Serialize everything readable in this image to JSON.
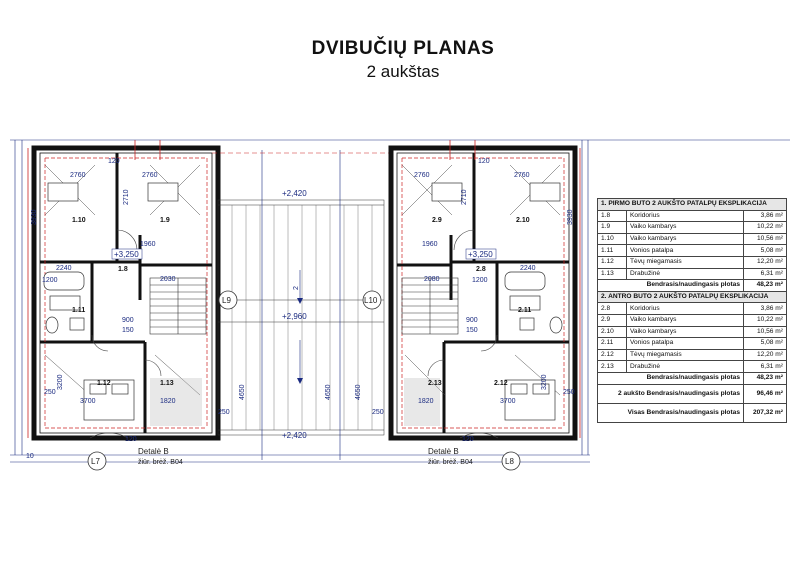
{
  "title": "DVIBUČIŲ PLANAS",
  "subtitle": "2 aukštas",
  "left_unit": {
    "rooms": [
      "1.10",
      "1.9",
      "1.8",
      "1.11",
      "1.12",
      "1.13"
    ],
    "axis": "L7",
    "detail": "Detalė B",
    "detail_ref": "žiūr. brėž. B04",
    "level": "+3,250",
    "dims": {
      "d2760a": "2760",
      "d2760b": "2760",
      "d120a": "120",
      "d120b": "120",
      "d3930": "3930",
      "d1960": "1960",
      "d1200": "1200",
      "d2240": "2240",
      "d2030": "2030",
      "d900": "900",
      "d150": "150",
      "d3700": "3700",
      "d1820": "1820",
      "d250a": "250",
      "d250b": "250",
      "d3200": "3200",
      "d4650": "4650",
      "d2710": "2710",
      "d10": "10"
    }
  },
  "right_unit": {
    "rooms": [
      "2.9",
      "2.10",
      "2.8",
      "2.11",
      "2.13",
      "2.12"
    ],
    "axis": "L8",
    "detail": "Detalė B",
    "detail_ref": "žiūr. brėž. B04",
    "level": "+3,250",
    "dims": {
      "d2760a": "2760",
      "d2760b": "2760",
      "d120a": "120",
      "d120b": "120",
      "d3930": "3930",
      "d1960": "1960",
      "d1200": "1200",
      "d2240": "2240",
      "d2080": "2080",
      "d900": "900",
      "d150": "150",
      "d3700": "3700",
      "d1820": "1820",
      "d250a": "250",
      "d250b": "250",
      "d3200": "3200",
      "d4650": "4650",
      "d2710": "2710"
    }
  },
  "center": {
    "axis_left": "L9",
    "axis_right": "L10",
    "level_top": "+2,420",
    "level_mid": "+2,960",
    "level_bottom": "+2,420",
    "d4650": "4650",
    "d2": "2"
  },
  "explication": {
    "unit1_header": "1. PIRMO BUTO 2 AUKŠTO PATALPŲ EKSPLIKACIJA",
    "unit1_rows": [
      {
        "num": "1.8",
        "name": "Koridorius",
        "area": "3,86 m²"
      },
      {
        "num": "1.9",
        "name": "Vaiko kambarys",
        "area": "10,22 m²"
      },
      {
        "num": "1.10",
        "name": "Vaiko kambarys",
        "area": "10,56 m²"
      },
      {
        "num": "1.11",
        "name": "Vonios patalpa",
        "area": "5,08 m²"
      },
      {
        "num": "1.12",
        "name": "Tėvų miegamasis",
        "area": "12,20 m²"
      },
      {
        "num": "1.13",
        "name": "Drabužinė",
        "area": "6,31 m²"
      }
    ],
    "unit1_total_label": "Bendrasis/naudingasis plotas",
    "unit1_total": "48,23 m²",
    "unit2_header": "2. ANTRO BUTO 2 AUKŠTO PATALPŲ EKSPLIKACIJA",
    "unit2_rows": [
      {
        "num": "2.8",
        "name": "Koridorius",
        "area": "3,86 m²"
      },
      {
        "num": "2.9",
        "name": "Vaiko kambarys",
        "area": "10,22 m²"
      },
      {
        "num": "2.10",
        "name": "Vaiko kambarys",
        "area": "10,56 m²"
      },
      {
        "num": "2.11",
        "name": "Vonios patalpa",
        "area": "5,08 m²"
      },
      {
        "num": "2.12",
        "name": "Tėvų miegamasis",
        "area": "12,20 m²"
      },
      {
        "num": "2.13",
        "name": "Drabužinė",
        "area": "6,31 m²"
      }
    ],
    "unit2_total_label": "Bendrasis/naudingasis plotas",
    "unit2_total": "48,23 m²",
    "floor_total_label": "2 aukšto Bendrasis/naudingasis plotas",
    "floor_total": "96,46 m²",
    "grand_total_label": "Visas Bendrasis/naudingasis plotas",
    "grand_total": "207,32 m²"
  },
  "colors": {
    "wall": "#111111",
    "dimension": "#1a2a80",
    "red_line": "#cc2222",
    "gray_fill": "#bdbdbd"
  }
}
